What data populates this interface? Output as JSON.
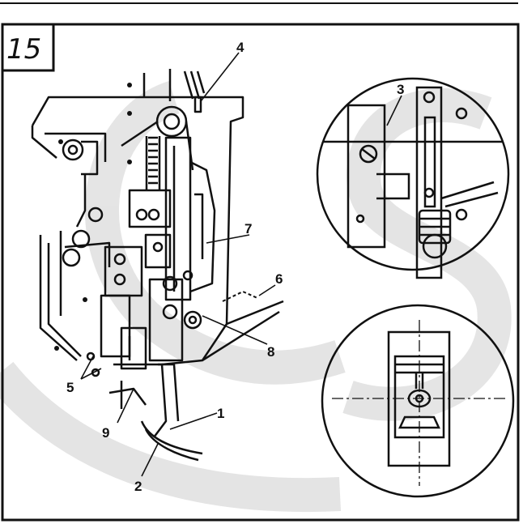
{
  "figure": {
    "number": "15",
    "callouts": [
      "1",
      "2",
      "3",
      "4",
      "5",
      "6",
      "7",
      "8",
      "9"
    ]
  },
  "colors": {
    "ink": "#111111",
    "watermark": "#d7d7d7",
    "paper": "#ffffff"
  }
}
